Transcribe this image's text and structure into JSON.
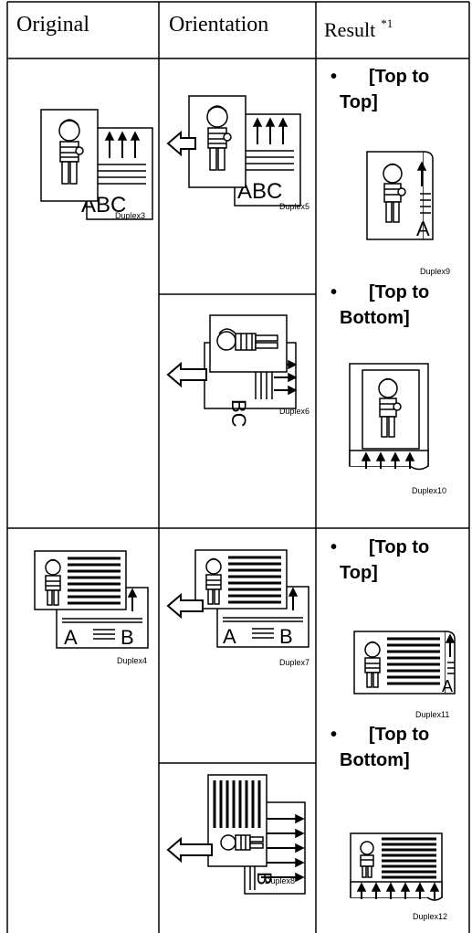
{
  "table": {
    "headers": {
      "original": "Original",
      "orientation": "Orientation",
      "result": "Result",
      "result_note": "*1"
    }
  },
  "figures": {
    "duplex3": "Duplex3",
    "duplex4": "Duplex4",
    "duplex5": "Duplex5",
    "duplex6": "Duplex6",
    "duplex7": "Duplex7",
    "duplex8": "Duplex8",
    "duplex9": "Duplex9",
    "duplex10": "Duplex10",
    "duplex11": "Duplex11",
    "duplex12": "Duplex12"
  },
  "page_letters": {
    "abc": "ABC",
    "a": "A",
    "b": "B",
    "bc": "BC"
  },
  "results": {
    "bullet": "•",
    "top_to_top_line1": "[Top to",
    "top_to_top_line2": "Top]",
    "top_to_bottom_line1": "[Top to",
    "top_to_bottom_line2": "Bottom]"
  }
}
